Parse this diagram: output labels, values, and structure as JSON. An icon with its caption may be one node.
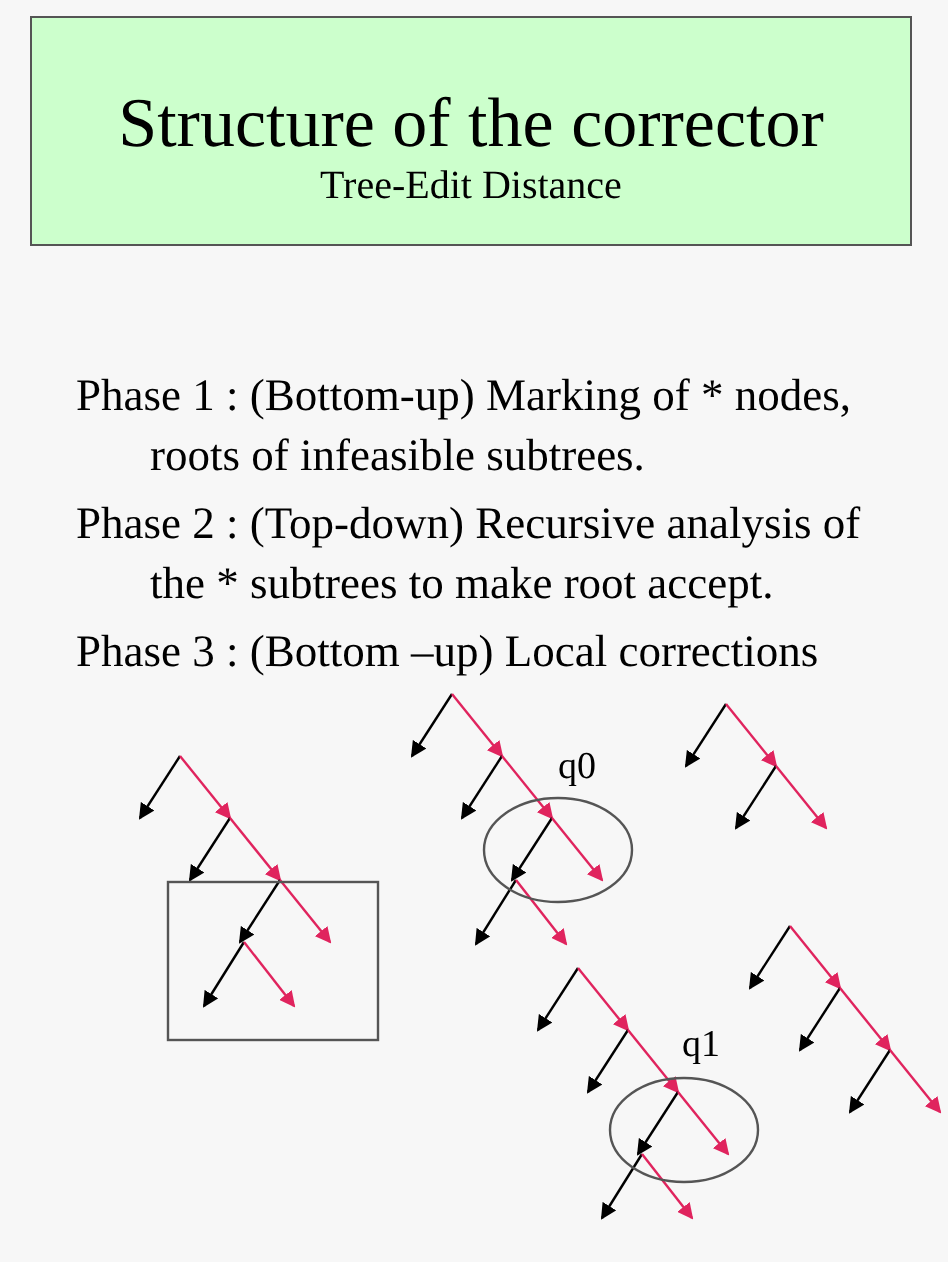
{
  "diagram": {
    "nodes": [
      {
        "text": [
          "Structure of the corrector",
          "Tree-Edit Distance"
        ]
      }
    ],
    "labels": [
      "Phase 1 : (Bottom-up)  Marking of * nodes, roots of infeasible subtrees.",
      "Phase 2 : (Top-down)  Recursive analysis of the * subtrees to make root accept.",
      "Phase 3 : (Bottom –up) Local corrections",
      "q0",
      "q1"
    ]
  }
}
